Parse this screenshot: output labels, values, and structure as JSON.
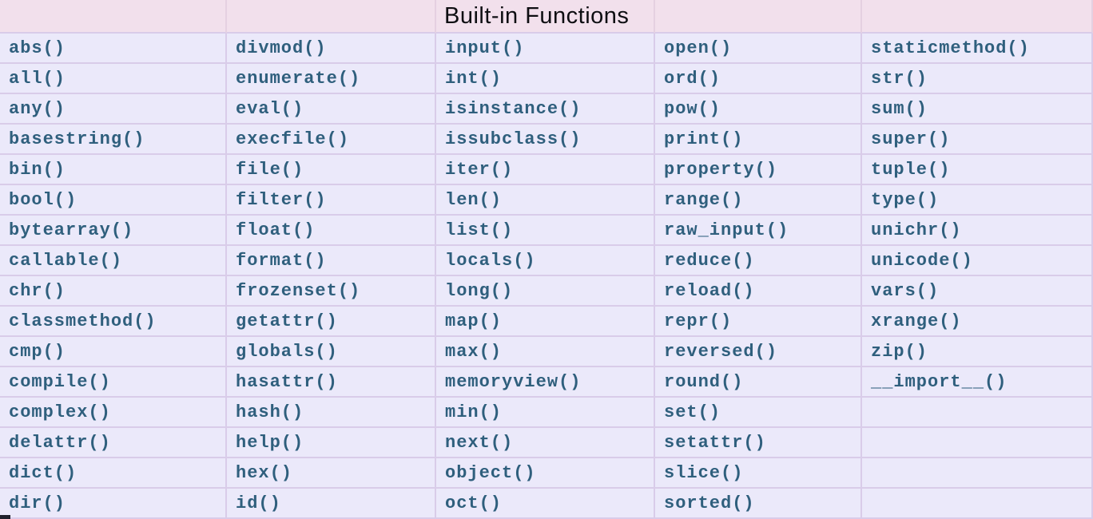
{
  "header": {
    "title": "Built-in Functions"
  },
  "table": {
    "rows": [
      [
        "abs()",
        "divmod()",
        "input()",
        "open()",
        "staticmethod()"
      ],
      [
        "all()",
        "enumerate()",
        "int()",
        "ord()",
        "str()"
      ],
      [
        "any()",
        "eval()",
        "isinstance()",
        "pow()",
        "sum()"
      ],
      [
        "basestring()",
        "execfile()",
        "issubclass()",
        "print()",
        "super()"
      ],
      [
        "bin()",
        "file()",
        "iter()",
        "property()",
        "tuple()"
      ],
      [
        "bool()",
        "filter()",
        "len()",
        "range()",
        "type()"
      ],
      [
        "bytearray()",
        "float()",
        "list()",
        "raw_input()",
        "unichr()"
      ],
      [
        "callable()",
        "format()",
        "locals()",
        "reduce()",
        "unicode()"
      ],
      [
        "chr()",
        "frozenset()",
        "long()",
        "reload()",
        "vars()"
      ],
      [
        "classmethod()",
        "getattr()",
        "map()",
        "repr()",
        "xrange()"
      ],
      [
        "cmp()",
        "globals()",
        "max()",
        "reversed()",
        "zip()"
      ],
      [
        "compile()",
        "hasattr()",
        "memoryview()",
        "round()",
        "__import__()"
      ],
      [
        "complex()",
        "hash()",
        "min()",
        "set()",
        ""
      ],
      [
        "delattr()",
        "help()",
        "next()",
        "setattr()",
        ""
      ],
      [
        "dict()",
        "hex()",
        "object()",
        "slice()",
        ""
      ],
      [
        "dir()",
        "id()",
        "oct()",
        "sorted()",
        ""
      ]
    ]
  },
  "colors": {
    "header_bg": "#f2e0ec",
    "header_border": "#e5d0e1",
    "cell_bg": "#ebe9fa",
    "border": "#d9cce9",
    "text": "#2f5f7d",
    "title_text": "#0e0e12"
  }
}
